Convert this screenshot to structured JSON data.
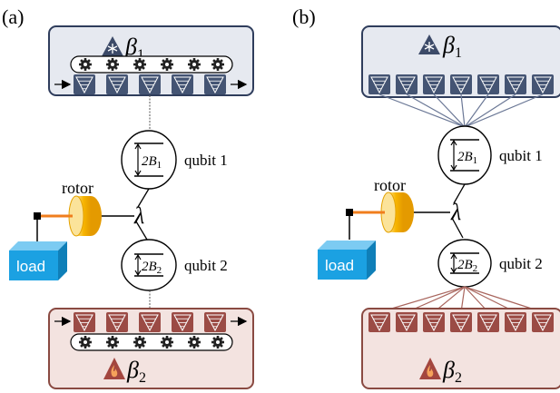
{
  "panels": {
    "a": {
      "label": "(a)",
      "cold_bath": {
        "symbol": "β",
        "subscript": "1"
      },
      "hot_bath": {
        "symbol": "β",
        "subscript": "2"
      },
      "qubit1": {
        "gap_symbol": "2B",
        "gap_subscript": "1",
        "label": "qubit 1"
      },
      "qubit2": {
        "gap_symbol": "2B",
        "gap_subscript": "2",
        "label": "qubit 2"
      },
      "coupling": "λ",
      "rotor_label": "rotor",
      "load_label": "load"
    },
    "b": {
      "label": "(b)",
      "cold_bath": {
        "symbol": "β",
        "subscript": "1"
      },
      "hot_bath": {
        "symbol": "β",
        "subscript": "2"
      },
      "qubit1": {
        "gap_symbol": "2B",
        "gap_subscript": "1",
        "label": "qubit 1"
      },
      "qubit2": {
        "gap_symbol": "2B",
        "gap_subscript": "2",
        "label": "qubit 2"
      },
      "coupling": "λ",
      "rotor_label": "rotor",
      "load_label": "load"
    }
  },
  "colors": {
    "cold_fill": "#e6e9f0",
    "cold_stroke": "#2f3d5c",
    "cold_cup": "#445473",
    "hot_fill": "#f3e3e0",
    "hot_stroke": "#8a4a42",
    "hot_cup": "#9b4b45",
    "load": "#1ba1e2",
    "rotor": "#f7b500",
    "shaft": "#f07e1d"
  },
  "icons": [
    "snowflake-icon",
    "flame-icon",
    "gear-icon",
    "cup-icon",
    "arrow-icon"
  ]
}
